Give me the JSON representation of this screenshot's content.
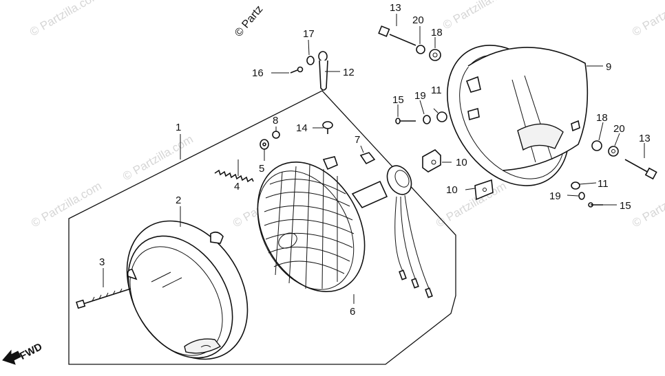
{
  "watermarks": {
    "text": "© Partzilla.com",
    "copyright_fragment": "© Partz"
  },
  "fwd_label": "FWD",
  "callouts": [
    {
      "id": "c1",
      "label": "1"
    },
    {
      "id": "c2",
      "label": "2"
    },
    {
      "id": "c3",
      "label": "3"
    },
    {
      "id": "c4",
      "label": "4"
    },
    {
      "id": "c5",
      "label": "5"
    },
    {
      "id": "c6",
      "label": "6"
    },
    {
      "id": "c7",
      "label": "7"
    },
    {
      "id": "c8",
      "label": "8"
    },
    {
      "id": "c9",
      "label": "9"
    },
    {
      "id": "c10a",
      "label": "10"
    },
    {
      "id": "c10b",
      "label": "10"
    },
    {
      "id": "c11a",
      "label": "11"
    },
    {
      "id": "c11b",
      "label": "11"
    },
    {
      "id": "c12",
      "label": "12"
    },
    {
      "id": "c13a",
      "label": "13"
    },
    {
      "id": "c13b",
      "label": "13"
    },
    {
      "id": "c14",
      "label": "14"
    },
    {
      "id": "c15a",
      "label": "15"
    },
    {
      "id": "c15b",
      "label": "15"
    },
    {
      "id": "c16",
      "label": "16"
    },
    {
      "id": "c17",
      "label": "17"
    },
    {
      "id": "c18a",
      "label": "18"
    },
    {
      "id": "c18b",
      "label": "18"
    },
    {
      "id": "c19a",
      "label": "19"
    },
    {
      "id": "c19b",
      "label": "19"
    },
    {
      "id": "c20a",
      "label": "20"
    },
    {
      "id": "c20b",
      "label": "20"
    }
  ]
}
